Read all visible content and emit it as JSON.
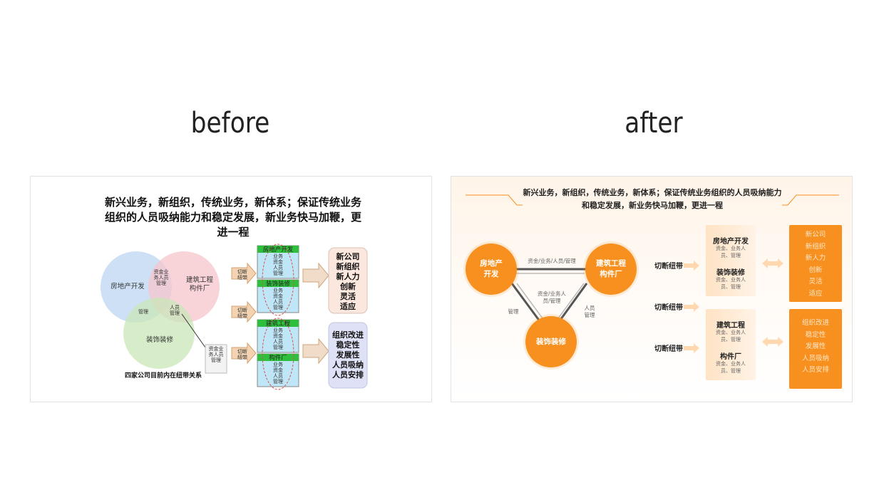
{
  "headings": {
    "before": "before",
    "after": "after"
  },
  "before": {
    "title": "新兴业务，新组织，传统业务，新体系；保证传统业务组织的人员吸纳能力和稳定发展，新业务快马加鞭，更进一程",
    "venn": {
      "left": "房地产开发",
      "right": "建筑工程构件厂",
      "bottom": "装饰装修",
      "top_overlap": "资金业务人员管理",
      "center": "管理",
      "right_bottom": "人员管理",
      "callout": "资金业务人员管理"
    },
    "caption": "四家公司目前内在纽带关系",
    "cut_label": "切断纽带",
    "boxes": [
      {
        "label": "房地产开发",
        "details": [
          "业务",
          "资金",
          "人员",
          "管理"
        ]
      },
      {
        "label": "装饰装修",
        "details": [
          "业务",
          "资金",
          "人员",
          "管理"
        ]
      },
      {
        "label": "建筑工程",
        "details": [
          "业务",
          "资金",
          "人员",
          "管理"
        ]
      },
      {
        "label": "构件厂",
        "details": [
          "业务",
          "资金",
          "人员",
          "管理"
        ]
      }
    ],
    "results": [
      [
        "新公司",
        "新组织",
        "新人力",
        "创新",
        "灵活",
        "适应"
      ],
      [
        "组织改进",
        "稳定性",
        "发展性",
        "人员吸纳",
        "人员安排"
      ]
    ],
    "colors": {
      "venn_left": "#bcd6f2",
      "venn_right": "#f6c6cc",
      "venn_bottom": "#c9e7b8",
      "box_header": "#2fbf3c",
      "box_body": "#bfe6f6"
    }
  },
  "after": {
    "title": "新兴业务，新组织，传统业务，新体系；保证传统业务组织的人员吸纳能力和稳定发展，新业务快马加鞭，更进一程",
    "circles": {
      "real_estate": "房地产开发",
      "construction": "建筑工程构件厂",
      "decoration": "装饰装修"
    },
    "links": {
      "top": "资金/业务/人员/管理",
      "center": "资金/业务人员/管理",
      "left": "管理",
      "right": "人员管理"
    },
    "cut_label": "切断纽带",
    "groups": [
      {
        "items": [
          {
            "title": "房地产开发",
            "sub": "资金、业务人员、管理"
          },
          {
            "title": "装饰装修",
            "sub": "资金、业务人员、管理"
          }
        ]
      },
      {
        "items": [
          {
            "title": "建筑工程",
            "sub": "资金、业务人员、管理"
          },
          {
            "title": "构件厂",
            "sub": "资金、业务人员、管理"
          }
        ]
      }
    ],
    "results": [
      [
        "新公司",
        "新组织",
        "新人力",
        "创新",
        "灵活",
        "适应"
      ],
      [
        "组织改进",
        "稳定性",
        "发展性",
        "人员吸纳",
        "人员安排"
      ]
    ],
    "colors": {
      "accent": "#f7901e"
    }
  }
}
